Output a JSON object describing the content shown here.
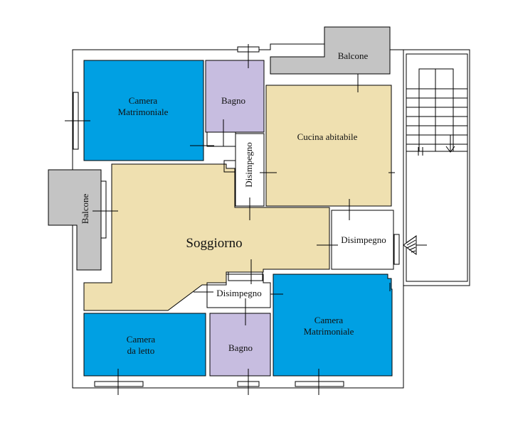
{
  "colors": {
    "blue": "#00a0e3",
    "lilac": "#c7bde0",
    "beige": "#efe0b0",
    "gray": "#c4c4c4",
    "wall": "#ffffff",
    "line": "#000000"
  },
  "rooms": {
    "camera_matrimoniale_nw": "Camera\nMatrimoniale",
    "bagno_north": "Bagno",
    "balcone_north": "Balcone",
    "cucina": "Cucina abitabile",
    "disimpegno_vertical": "Disimpegno",
    "balcone_west": "Balcone",
    "soggiorno": "Soggiorno",
    "disimpegno_east": "Disimpegno",
    "disimpegno_south": "Disimpegno",
    "camera_da_letto": "Camera\nda letto",
    "bagno_south": "Bagno",
    "camera_matrimoniale_se": "Camera\nMatrimoniale"
  },
  "icons": {
    "stairs": "stairs-icon",
    "entrance": "entrance-arrow-icon"
  }
}
